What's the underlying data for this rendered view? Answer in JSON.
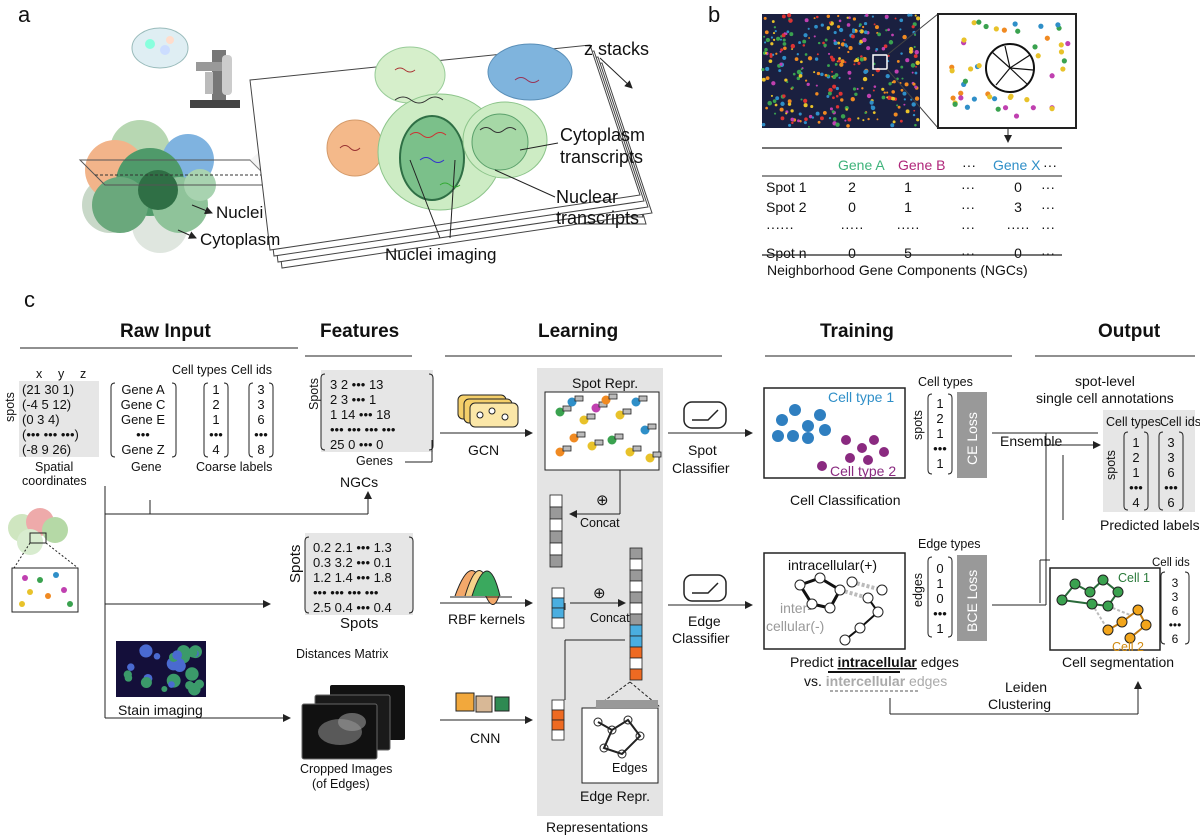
{
  "panel_a": {
    "label": "a",
    "z_stacks": "z stacks",
    "cytoplasm_transcripts_1": "Cytoplasm",
    "cytoplasm_transcripts_2": "transcripts",
    "nuclear_transcripts_1": "Nuclear",
    "nuclear_transcripts_2": "transcripts",
    "nuclei": "Nuclei",
    "cytoplasm": "Cytoplasm",
    "nuclei_imaging": "Nuclei imaging"
  },
  "panel_b": {
    "label": "b",
    "columns": [
      "Gene A",
      "Gene B",
      "···",
      "Gene X",
      "···"
    ],
    "column_colors": [
      "#3db37a",
      "#b0267a",
      "#111111",
      "#2f8fc8",
      "#111111"
    ],
    "rows": [
      {
        "name": "Spot 1",
        "cells": [
          "2",
          "1",
          "···",
          "0",
          "···"
        ]
      },
      {
        "name": "Spot 2",
        "cells": [
          "0",
          "1",
          "···",
          "3",
          "···"
        ]
      },
      {
        "name": "······",
        "cells": [
          "·····",
          "·····",
          "···",
          "·····",
          "···"
        ]
      },
      {
        "name": "Spot n",
        "cells": [
          "0",
          "5",
          "···",
          "0",
          "···"
        ]
      }
    ],
    "caption": "Neighborhood Gene Components (NGCs)"
  },
  "panel_c": {
    "label": "c",
    "headers": {
      "raw_input": "Raw Input",
      "features": "Features",
      "learning": "Learning",
      "training": "Training",
      "output": "Output"
    },
    "raw": {
      "x": "x",
      "y": "y",
      "z": "z",
      "spots": "spots",
      "matrix_rows": [
        "(21  30    1)",
        "(-4    5   12)",
        "(0     3     4)",
        "(•••   •••  •••)",
        "(-8    9   26)"
      ],
      "spatial_1": "Spatial",
      "spatial_2": "coordinates",
      "genes": [
        "Gene A",
        "Gene C",
        "Gene E",
        "•••",
        "Gene Z"
      ],
      "gene_label": "Gene",
      "cell_types_header": "Cell types",
      "cell_types": [
        "1",
        "2",
        "1",
        "•••",
        "4"
      ],
      "cell_ids_header": "Cell ids",
      "cell_ids": [
        "3",
        "3",
        "6",
        "•••",
        "8"
      ],
      "coarse": "Coarse labels",
      "stain": "Stain imaging"
    },
    "features": {
      "ngc_rows": [
        "3      2    •••   13",
        "2      3    •••     1",
        "1    14    •••   18",
        "•••  •••  •••  •••",
        "25    0    •••     0"
      ],
      "spots": "Spots",
      "genes": "Genes",
      "ngcs": "NGCs",
      "dist_rows": [
        "0.2  2.1  •••  1.3",
        "0.3  3.2  •••  0.1",
        "1.2  1.4  •••  1.8",
        "•••  •••  •••  •••",
        "2.5  0.4  •••  0.4"
      ],
      "dist_spots_y": "Spots",
      "dist_spots_x": "Spots",
      "distances": "Distances Matrix",
      "cropped_1": "Cropped Images",
      "cropped_2": "(of Edges)"
    },
    "learning": {
      "gcn": "GCN",
      "rbf": "RBF kernels",
      "cnn": "CNN",
      "spot_repr": "Spot Repr.",
      "concat1": "Concat",
      "concat2": "Concat",
      "oplus": "⊕",
      "edges": "Edges",
      "edge_repr": "Edge Repr.",
      "representations": "Representations"
    },
    "classifiers": {
      "spot_1": "Spot",
      "spot_2": "Classifier",
      "edge_1": "Edge",
      "edge_2": "Classifier"
    },
    "training": {
      "cell_types": "Cell types",
      "spots": "spots",
      "type_vals": [
        "1",
        "2",
        "1",
        "•••",
        "1"
      ],
      "ce_loss": "CE Loss",
      "cell_type_1": "Cell type 1",
      "cell_type_2": "Cell type 2",
      "cell_classification": "Cell Classification",
      "edge_types": "Edge types",
      "edges": "edges",
      "edge_vals": [
        "0",
        "1",
        "0",
        "•••",
        "1"
      ],
      "bce_loss": "BCE Loss",
      "intracellular": "intracellular(+)",
      "inter_1": "inter-",
      "inter_2": "cellular(-)",
      "predict_1": "Predict ",
      "predict_bold": "intracellular",
      "predict_2": " edges",
      "vs": "vs. ",
      "vs_bold": "intercellular",
      "vs_2": " edges",
      "leiden_1": "Leiden",
      "leiden_2": "Clustering"
    },
    "output": {
      "spot_level": "spot-level",
      "single_cell": "single cell annotations",
      "ensemble": "Ensemble",
      "cell_types": "Cell types",
      "cell_ids": "Cell ids",
      "spots": "spots",
      "type_vals": [
        "1",
        "2",
        "1",
        "•••",
        "4"
      ],
      "id_vals": [
        "3",
        "3",
        "6",
        "•••",
        "6"
      ],
      "predicted": "Predicted labels",
      "seg_ids_header": "Cell ids",
      "seg_ids": [
        "3",
        "3",
        "6",
        "•••",
        "6"
      ],
      "cell1": "Cell 1",
      "cell2": "Cell 2",
      "segmentation": "Cell segmentation"
    }
  }
}
